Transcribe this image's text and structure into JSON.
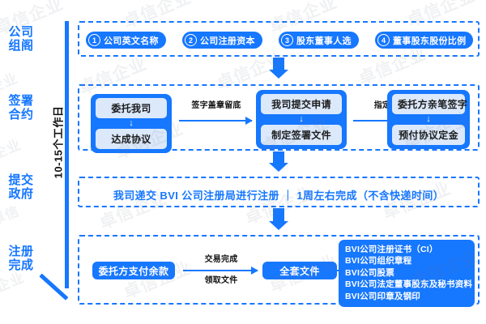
{
  "timeline": {
    "duration_label": "10-15个工作日",
    "stages": [
      {
        "name": "stage-company-setup",
        "line1": "公司",
        "line2": "组阁"
      },
      {
        "name": "stage-sign-contract",
        "line1": "签署",
        "line2": "合约"
      },
      {
        "name": "stage-submit-government",
        "line1": "提交",
        "line2": "政府"
      },
      {
        "name": "stage-registration-complete",
        "line1": "注册",
        "line2": "完成"
      }
    ]
  },
  "row1": {
    "name": "company-setup-row",
    "pills": [
      {
        "num": "1",
        "label": "公司英文名称"
      },
      {
        "num": "2",
        "label": "公司注册资本"
      },
      {
        "num": "3",
        "label": "股东董事人选"
      },
      {
        "num": "4",
        "label": "董事股东股份比例"
      }
    ]
  },
  "row2": {
    "name": "sign-contract-row",
    "cards": [
      {
        "top": "委托我司",
        "bottom": "达成协议",
        "sep": "↓"
      },
      {
        "top": "我司提交申请",
        "bottom": "制定签署文件",
        "sep": "↓"
      },
      {
        "top": "委托方亲笔签字",
        "bottom": "预付协议定金",
        "sep": "↓"
      }
    ],
    "arrow_labels": [
      {
        "line1": "签字盖章留底",
        "line2": ""
      },
      {
        "line1": "指定地",
        "line2": ""
      }
    ]
  },
  "row3": {
    "name": "submit-government-row",
    "text": "我司递交 BVI 公司注册局进行注册 ｜ 1周左右完成（不含快递时间）"
  },
  "row4": {
    "name": "registration-complete-row",
    "pay_label": "委托方支付余款",
    "arrow_label_line1": "交易完成",
    "arrow_label_line2": "领取文件",
    "package_label": "全套文件",
    "documents": [
      "BVI公司注册证书（CI）",
      "BVI公司组织章程",
      "BVI公司股票",
      "BVI公司法定董事股东及秘书资料",
      "BVI公司印章及钢印"
    ]
  },
  "watermark": {
    "text_a": "卓信企业",
    "text_b": "企业",
    "text_c": "卓信"
  },
  "colors": {
    "primary": "#1677ff",
    "card_item_bg": "#dce9fb",
    "text_dark": "#111111"
  }
}
